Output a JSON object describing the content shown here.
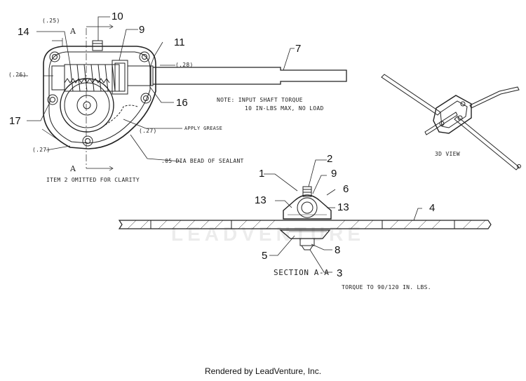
{
  "callouts": {
    "c10": "10",
    "c14": "14",
    "c9a": "9",
    "c11": "11",
    "c7": "7",
    "c16": "16",
    "c17": "17",
    "c2": "2",
    "c1": "1",
    "c9b": "9",
    "c6": "6",
    "c13a": "13",
    "c13b": "13",
    "c4": "4",
    "c5": "5",
    "c8": "8",
    "c3": "3"
  },
  "dims": {
    "d25": "(.25)",
    "d26": "(.26)",
    "d28": "(.28)",
    "d27a": "(.27)",
    "d27b": "(.27)"
  },
  "section_marks": {
    "a_top": "A",
    "a_bottom": "A"
  },
  "notes": {
    "input_torque_1": "NOTE:  INPUT SHAFT TORQUE",
    "input_torque_2": "10 IN-LBS MAX, NO LOAD",
    "apply_grease": "APPLY GREASE",
    "sealant": ".05 DIA BEAD OF SEALANT",
    "item_omitted": "ITEM 2 OMITTED FOR CLARITY",
    "view_3d": "3D VIEW",
    "section": "SECTION  A-A",
    "torque": "TORQUE TO 90/120 IN. LBS."
  },
  "watermark": "LEADVENTURE",
  "footer": "Rendered by LeadVenture, Inc."
}
